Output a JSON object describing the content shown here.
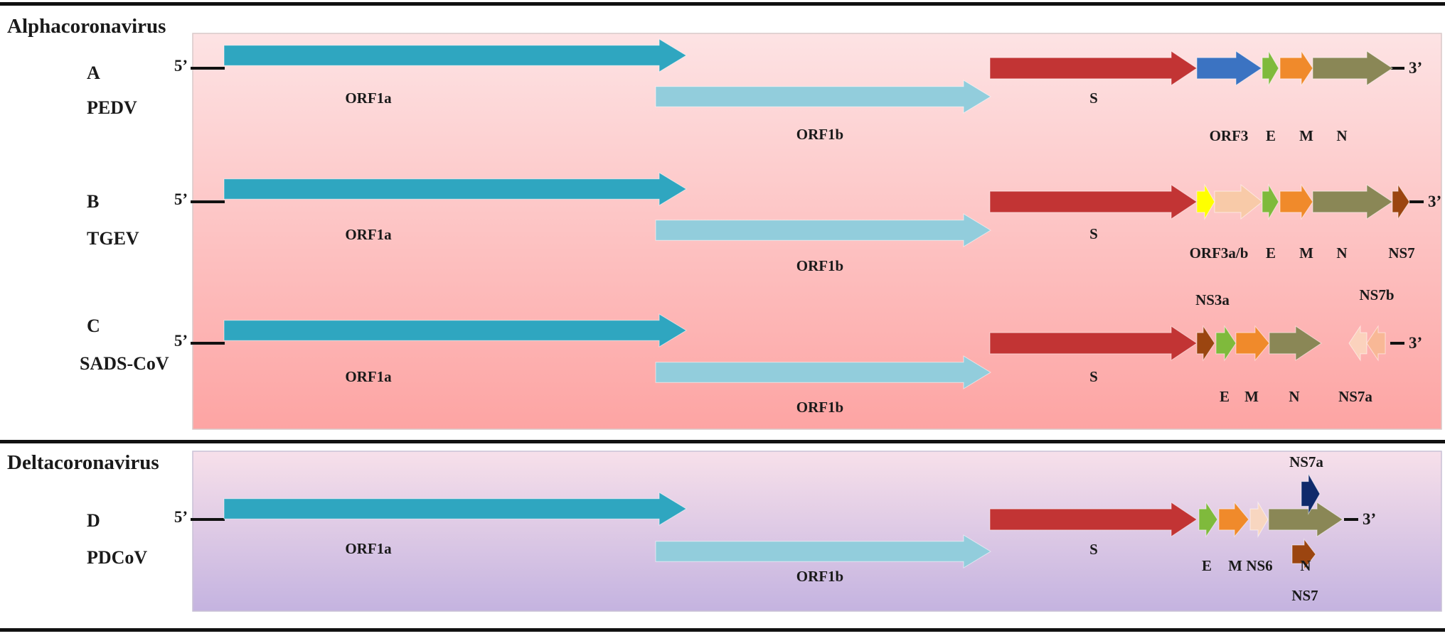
{
  "sections": [
    {
      "title": "Alphacoronavirus",
      "background": {
        "top": "#fde3e4",
        "bottom": "#fda4a3"
      },
      "genomes": [
        {
          "letter": "A",
          "virus": "PEDV",
          "five_prime": "5’",
          "three_prime": "3’",
          "genes": [
            {
              "name": "ORF1a",
              "label": "ORF1a",
              "color": "#2fa6c0"
            },
            {
              "name": "ORF1b",
              "label": "ORF1b",
              "color": "#92cddc"
            },
            {
              "name": "S",
              "label": "S",
              "color": "#c23434"
            },
            {
              "name": "ORF3",
              "label": "ORF3",
              "color": "#3b73c2"
            },
            {
              "name": "E",
              "label": "E",
              "color": "#7fba3c"
            },
            {
              "name": "M",
              "label": "M",
              "color": "#f08a2b"
            },
            {
              "name": "N",
              "label": "N",
              "color": "#8a8756"
            }
          ]
        },
        {
          "letter": "B",
          "virus": "TGEV",
          "five_prime": "5’",
          "three_prime": "3’",
          "genes": [
            {
              "name": "ORF1a",
              "label": "ORF1a",
              "color": "#2fa6c0"
            },
            {
              "name": "ORF1b",
              "label": "ORF1b",
              "color": "#92cddc"
            },
            {
              "name": "S",
              "label": "S",
              "color": "#c23434"
            },
            {
              "name": "ORF3a",
              "label": "",
              "color": "#ffff00"
            },
            {
              "name": "ORF3b",
              "label": "ORF3a/b",
              "color": "#f8caa8"
            },
            {
              "name": "E",
              "label": "E",
              "color": "#7fba3c"
            },
            {
              "name": "M",
              "label": "M",
              "color": "#f08a2b"
            },
            {
              "name": "N",
              "label": "N",
              "color": "#8a8756"
            },
            {
              "name": "NS7",
              "label": "NS7",
              "color": "#9b4510"
            }
          ]
        },
        {
          "letter": "C",
          "virus": "SADS-CoV",
          "five_prime": "5’",
          "three_prime": "3’",
          "genes": [
            {
              "name": "ORF1a",
              "label": "ORF1a",
              "color": "#2fa6c0"
            },
            {
              "name": "ORF1b",
              "label": "ORF1b",
              "color": "#92cddc"
            },
            {
              "name": "S",
              "label": "S",
              "color": "#c23434"
            },
            {
              "name": "NS3a",
              "label": "NS3a",
              "color": "#9b4510"
            },
            {
              "name": "E",
              "label": "E",
              "color": "#7fba3c"
            },
            {
              "name": "M",
              "label": "M",
              "color": "#f08a2b"
            },
            {
              "name": "N",
              "label": "N",
              "color": "#8a8756"
            },
            {
              "name": "NS7a",
              "label": "NS7a",
              "color": "#fbd2bd"
            },
            {
              "name": "NS7b",
              "label": "NS7b",
              "color": "#f8b896"
            }
          ]
        }
      ]
    },
    {
      "title": "Deltacoronavirus",
      "background": {
        "top": "#f7e0ea",
        "bottom": "#c4b3e0"
      },
      "genomes": [
        {
          "letter": "D",
          "virus": "PDCoV",
          "five_prime": "5’",
          "three_prime": "3’",
          "genes": [
            {
              "name": "ORF1a",
              "label": "ORF1a",
              "color": "#2fa6c0"
            },
            {
              "name": "ORF1b",
              "label": "ORF1b",
              "color": "#92cddc"
            },
            {
              "name": "S",
              "label": "S",
              "color": "#c23434"
            },
            {
              "name": "E",
              "label": "E",
              "color": "#7fba3c"
            },
            {
              "name": "M",
              "label": "M",
              "color": "#f08a2b"
            },
            {
              "name": "NS6",
              "label": "NS6",
              "color": "#f8d6c0"
            },
            {
              "name": "N",
              "label": "N",
              "color": "#8a8756"
            },
            {
              "name": "NS7",
              "label": "NS7",
              "color": "#9b4510"
            },
            {
              "name": "NS7a",
              "label": "NS7a",
              "color": "#0f2a6b"
            }
          ]
        }
      ]
    }
  ]
}
